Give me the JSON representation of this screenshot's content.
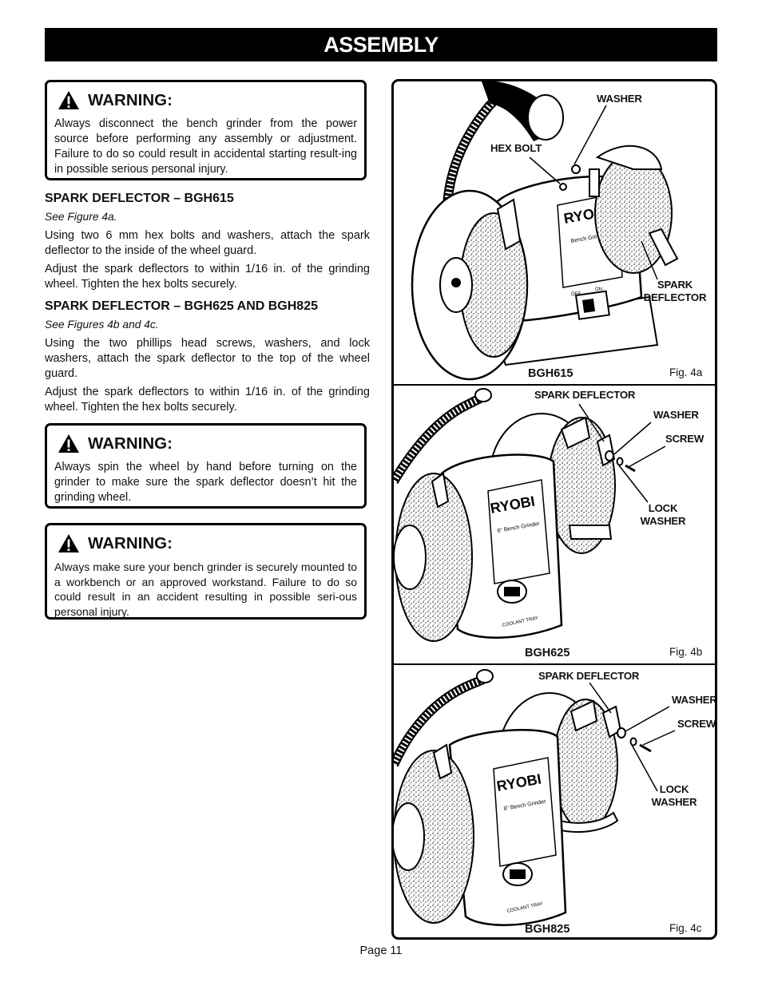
{
  "title": "ASSEMBLY",
  "warnings": [
    {
      "heading": "WARNING:",
      "body": "Always disconnect the bench grinder from the power source before performing any assembly or adjustment. Failure to do so could result in accidental starting result-ing in possible serious personal injury."
    },
    {
      "heading": "WARNING:",
      "body": "Always spin the wheel by hand before turning on the grinder to make sure the spark deflector doesn’t hit the grinding wheel."
    },
    {
      "heading": "WARNING:",
      "body": "Always make sure your bench grinder is securely mounted to a workbench or an approved workstand. Failure to do so could result in an accident resulting in possible seri-ous personal injury."
    }
  ],
  "sections": [
    {
      "heading": "SPARK DEFLECTOR – BGH615",
      "ref": "See Figure 4a.",
      "paragraphs": [
        "Using two 6 mm hex bolts and washers, attach the spark deflector to the inside of the wheel guard.",
        "Adjust the spark deflectors to within 1/16 in. of the grinding wheel. Tighten the hex bolts securely."
      ]
    },
    {
      "heading": "SPARK DEFLECTOR – BGH625 AND BGH825",
      "ref": "See Figures 4b and 4c.",
      "paragraphs": [
        "Using the two phillips head screws, washers, and lock washers, attach the spark deflector to the top of the wheel guard.",
        "Adjust the spark deflectors to within 1/16 in. of the grinding wheel. Tighten the hex bolts securely."
      ]
    }
  ],
  "figures": [
    {
      "model": "BGH615",
      "fig": "Fig. 4a",
      "labels": {
        "washer": "WASHER",
        "hex_bolt": "HEX BOLT",
        "spark": "SPARK",
        "deflector": "DEFLECTOR"
      },
      "product": {
        "brand": "RYOBI",
        "name": "Bench Grinder",
        "off": "OFF",
        "on": "ON"
      }
    },
    {
      "model": "BGH625",
      "fig": "Fig. 4b",
      "labels": {
        "spark_deflector": "SPARK DEFLECTOR",
        "washer": "WASHER",
        "screw": "SCREW",
        "lock": "LOCK",
        "washer2": "WASHER"
      },
      "product": {
        "brand": "RYOBI",
        "name": "6\" Bench Grinder",
        "tray": "COOLANT TRAY"
      }
    },
    {
      "model": "BGH825",
      "fig": "Fig. 4c",
      "labels": {
        "spark_deflector": "SPARK DEFLECTOR",
        "washer": "WASHER",
        "screw": "SCREW",
        "lock": "LOCK",
        "washer2": "WASHER"
      },
      "product": {
        "brand": "RYOBI",
        "name": "8\" Bench Grinder",
        "tray": "COOLANT TRAY"
      }
    }
  ],
  "page": "Page 11"
}
